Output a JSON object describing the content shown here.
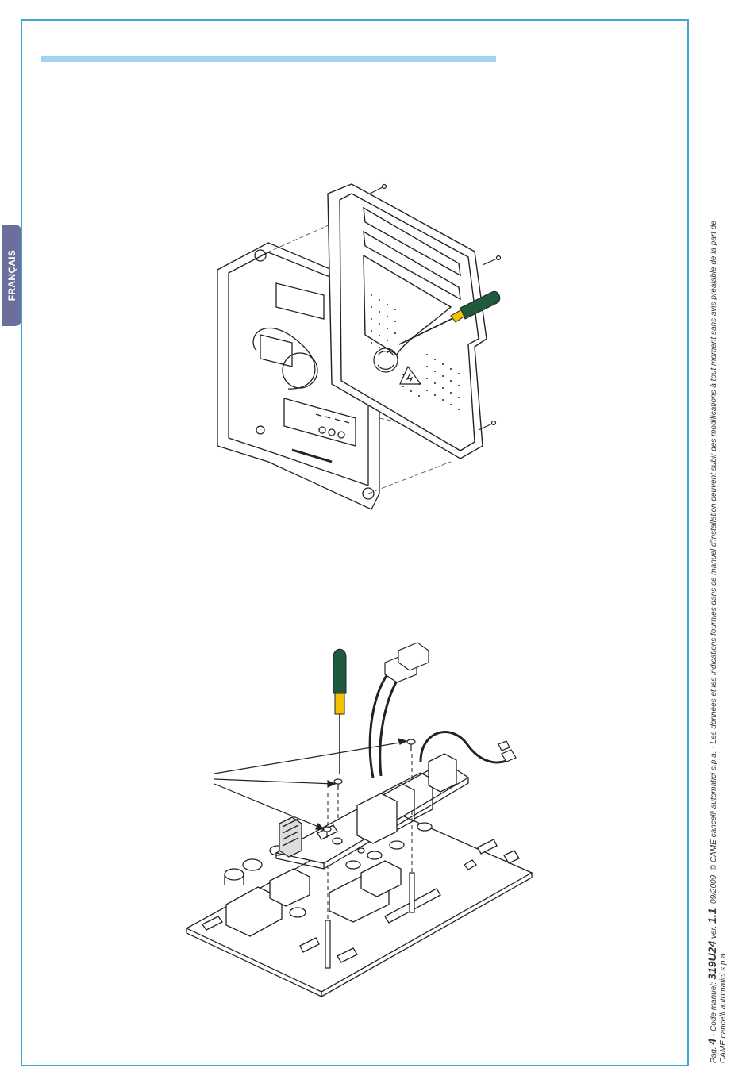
{
  "sidebar": {
    "language_tab": "FRANÇAIS"
  },
  "footer": {
    "page_prefix": "Pag.",
    "page_number": "4",
    "code_prefix": " - Code manuel: ",
    "code": "319U24",
    "version_prefix": " ver. ",
    "version": "1.1",
    "date": "09/2009",
    "copyright": "© CAME cancelli automatici s.p.a. - Les données et les indications fournies dans ce manuel d'installation peuvent subir des modifications à tout moment sans avis préalable de la part de",
    "copyright_line2": "CAME cancelli automatici s.p.a."
  },
  "colors": {
    "frame": "#3fa7d6",
    "title_bar": "#9fd3ef",
    "language_tab": "#6a6f9c",
    "screwdriver_handle": "#1f5a3d",
    "screwdriver_collar": "#f2c200"
  },
  "figures": [
    {
      "name": "control-box-cover-removal",
      "icons": [
        "enclosure",
        "cover",
        "screwdriver",
        "screws",
        "warning-triangle"
      ]
    },
    {
      "name": "board-mounting",
      "icons": [
        "circuit-board",
        "add-on-card",
        "screwdriver",
        "screws",
        "connectors",
        "spacers"
      ]
    }
  ]
}
